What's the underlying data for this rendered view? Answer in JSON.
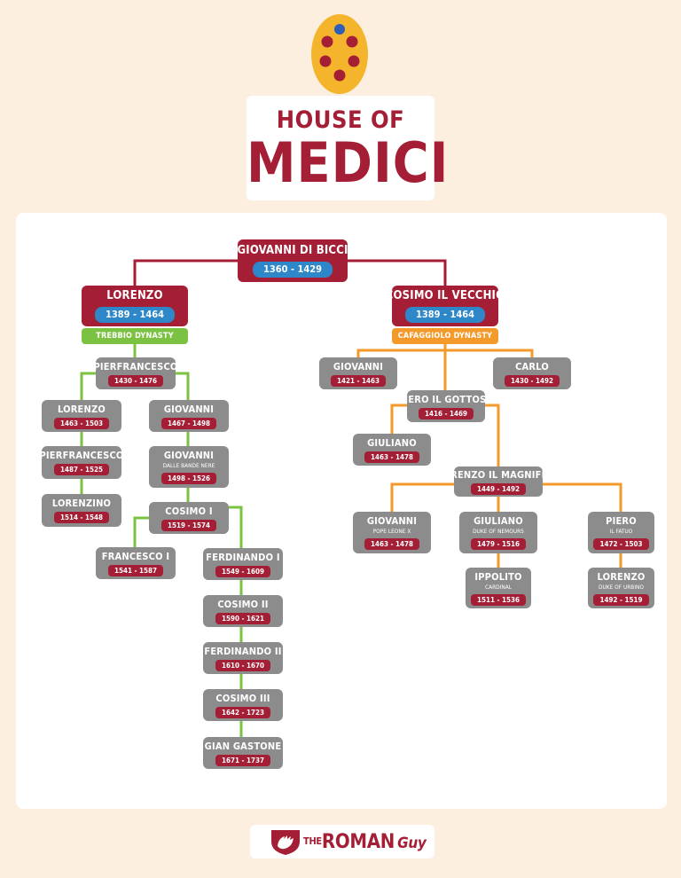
{
  "header": {
    "title_line1": "HOUSE OF",
    "title_line2": "MEDICI"
  },
  "colors": {
    "background": "#fcefe0",
    "panel": "#ffffff",
    "brand_red": "#a41f35",
    "node_gray": "#8c8c8c",
    "blue": "#2e87c8",
    "trebbio_green": "#7cc242",
    "cafaggiolo_orange": "#f39a2b",
    "crest_gold": "#f4b42c"
  },
  "icons": {
    "crest": "medici-coat-of-arms-icon",
    "brand": "roman-guy-logo-icon"
  },
  "tree": {
    "giovanni_di_bicci": {
      "name": "GIOVANNI DI BICCI",
      "years": "1360 - 1429"
    },
    "lorenzo_elder": {
      "name": "LORENZO",
      "years": "1389 - 1464"
    },
    "cosimo_vecchio": {
      "name": "COSIMO IL VECCHIO",
      "years": "1389 - 1464"
    },
    "trebbio_dynasty": "TREBBIO DYNASTY",
    "cafaggiolo_dynasty": "CAFAGGIOLO DYNASTY",
    "pierfrancesco_elder": {
      "name": "PIERFRANCESCO",
      "years": "1430 - 1476"
    },
    "lorenzo_popolano": {
      "name": "LORENZO",
      "years": "1463 - 1503"
    },
    "giovanni_popolano": {
      "name": "GIOVANNI",
      "years": "1467 - 1498"
    },
    "pierfrancesco_younger": {
      "name": "PIERFRANCESCO",
      "years": "1487 - 1525"
    },
    "giovanni_bande_nere": {
      "name": "GIOVANNI",
      "title": "DALLE BANDE NERE",
      "years": "1498 - 1526"
    },
    "lorenzino": {
      "name": "LORENZINO",
      "years": "1514 - 1548"
    },
    "cosimo_i": {
      "name": "COSIMO I",
      "years": "1519 - 1574"
    },
    "francesco_i": {
      "name": "FRANCESCO I",
      "years": "1541 - 1587"
    },
    "ferdinando_i": {
      "name": "FERDINANDO I",
      "years": "1549 - 1609"
    },
    "cosimo_ii": {
      "name": "COSIMO II",
      "years": "1590 - 1621"
    },
    "ferdinando_ii": {
      "name": "FERDINANDO II",
      "years": "1610 - 1670"
    },
    "cosimo_iii": {
      "name": "COSIMO III",
      "years": "1642 - 1723"
    },
    "gian_gastone": {
      "name": "GIAN GASTONE",
      "years": "1671 - 1737"
    },
    "giovanni_cosimo_son": {
      "name": "GIOVANNI",
      "years": "1421 - 1463"
    },
    "carlo": {
      "name": "CARLO",
      "years": "1430 - 1492"
    },
    "piero_gottoso": {
      "name": "PIERO IL GOTTOSO",
      "years": "1416 - 1469"
    },
    "giuliano_elder": {
      "name": "GIULIANO",
      "years": "1463 - 1478"
    },
    "lorenzo_magnifico": {
      "name": "LORENZO IL MAGNIFICO",
      "years": "1449 - 1492"
    },
    "giovanni_leo_x": {
      "name": "GIOVANNI",
      "title": "POPE LEONE X",
      "years": "1463 - 1478"
    },
    "giuliano_nemours": {
      "name": "GIULIANO",
      "title": "DUKE OF NEMOURS",
      "years": "1479 - 1516"
    },
    "piero_fatuo": {
      "name": "PIERO",
      "title": "IL FATUO",
      "years": "1472 - 1503"
    },
    "ippolito": {
      "name": "IPPOLITO",
      "title": "CARDINAL",
      "years": "1511 - 1536"
    },
    "lorenzo_urbino": {
      "name": "LORENZO",
      "title": "DUKE OF URBINO",
      "years": "1492 - 1519"
    }
  },
  "footer": {
    "brand_the": "THE",
    "brand_roman": "ROMAN",
    "brand_guy": "Guy"
  }
}
